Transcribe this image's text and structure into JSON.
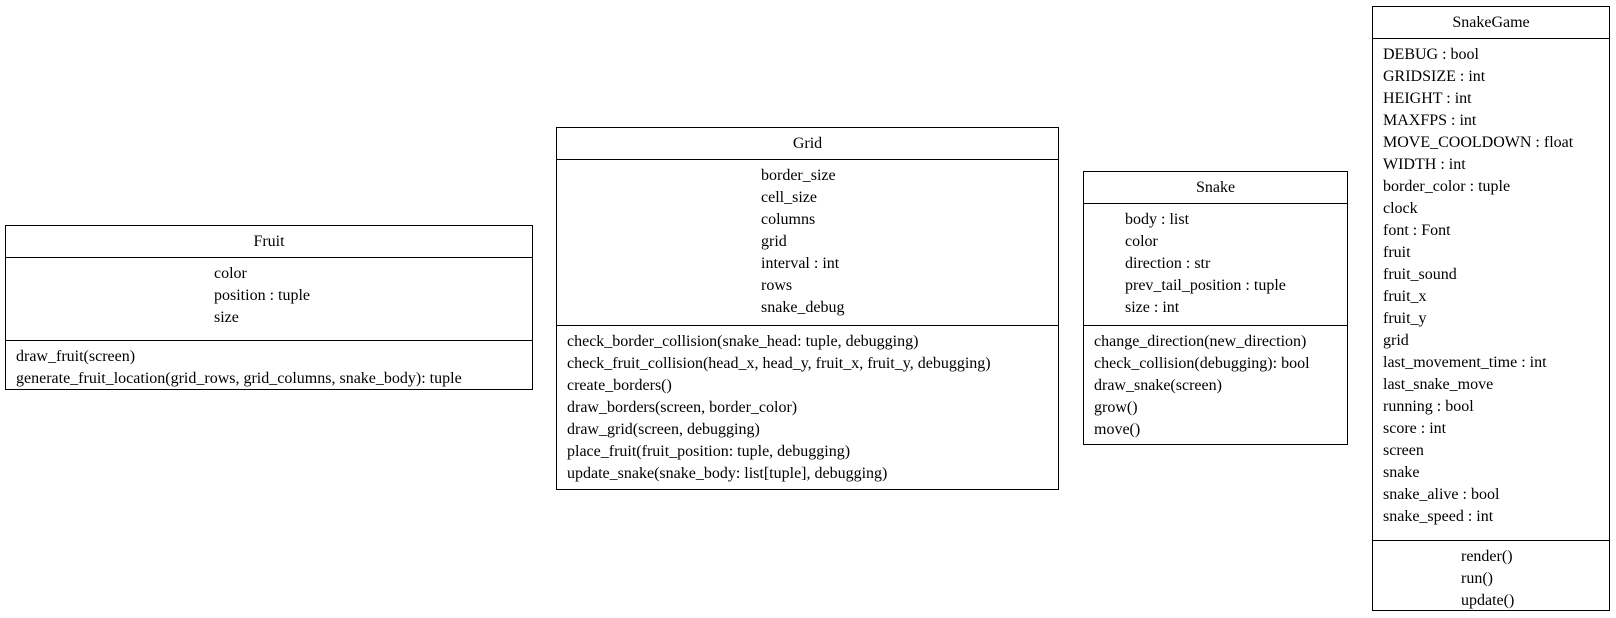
{
  "classes": {
    "fruit": {
      "name": "Fruit",
      "attributes": [
        "color",
        "position : tuple",
        "size"
      ],
      "operations": [
        "draw_fruit(screen)",
        "generate_fruit_location(grid_rows, grid_columns, snake_body): tuple"
      ]
    },
    "grid": {
      "name": "Grid",
      "attributes": [
        "border_size",
        "cell_size",
        "columns",
        "grid",
        "interval : int",
        "rows",
        "snake_debug"
      ],
      "operations": [
        "check_border_collision(snake_head: tuple, debugging)",
        "check_fruit_collision(head_x, head_y, fruit_x, fruit_y, debugging)",
        "create_borders()",
        "draw_borders(screen, border_color)",
        "draw_grid(screen, debugging)",
        "place_fruit(fruit_position: tuple, debugging)",
        "update_snake(snake_body: list[tuple], debugging)"
      ]
    },
    "snake": {
      "name": "Snake",
      "attributes": [
        "body : list",
        "color",
        "direction : str",
        "prev_tail_position : tuple",
        "size : int"
      ],
      "operations": [
        "change_direction(new_direction)",
        "check_collision(debugging): bool",
        "draw_snake(screen)",
        "grow()",
        "move()"
      ]
    },
    "snake_game": {
      "name": "SnakeGame",
      "attributes": [
        "DEBUG : bool",
        "GRIDSIZE : int",
        "HEIGHT : int",
        "MAXFPS : int",
        "MOVE_COOLDOWN : float",
        "WIDTH : int",
        "border_color : tuple",
        "clock",
        "font : Font",
        "fruit",
        "fruit_sound",
        "fruit_x",
        "fruit_y",
        "grid",
        "last_movement_time : int",
        "last_snake_move",
        "running : bool",
        "score : int",
        "screen",
        "snake",
        "snake_alive : bool",
        "snake_speed : int"
      ],
      "operations": [
        "render()",
        "run()",
        "update()"
      ]
    }
  }
}
